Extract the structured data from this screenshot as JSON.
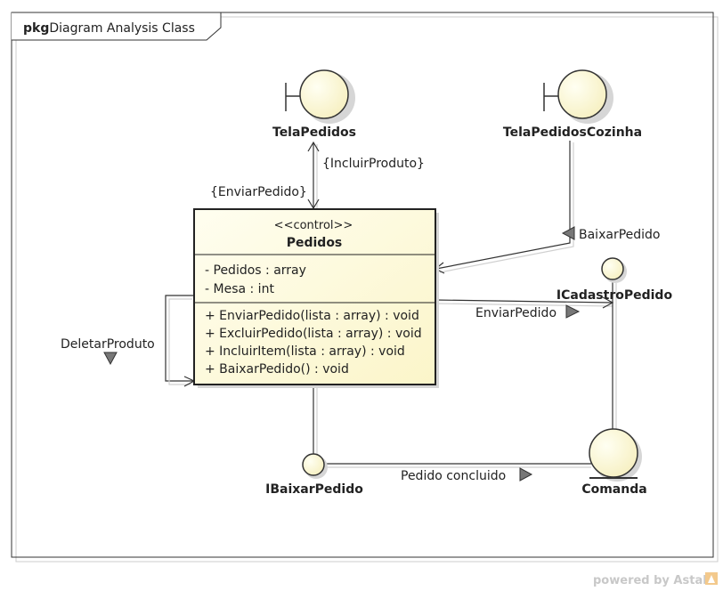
{
  "frame": {
    "keyword": "pkg",
    "title": "Diagram Analysis Class"
  },
  "boundaries": {
    "tela_pedidos": "TelaPedidos",
    "tela_pedidos_cozinha": "TelaPedidosCozinha"
  },
  "control_class": {
    "stereotype": "<<control>>",
    "name": "Pedidos",
    "attributes": [
      "- Pedidos : array",
      "- Mesa : int"
    ],
    "operations": [
      "+ EnviarPedido(lista : array) : void",
      "+ ExcluirPedido(lista : array) : void",
      "+ IncluirItem(lista : array) : void",
      "+ BaixarPedido() : void"
    ]
  },
  "interfaces": {
    "cadastro": "ICadastroPedido",
    "baixar": "IBaixarPedido"
  },
  "entity": {
    "name": "Comanda"
  },
  "messages": {
    "incluir_produto": "{IncluirProduto}",
    "enviar_pedido_tela": "{EnviarPedido}",
    "baixar_pedido": "BaixarPedido",
    "enviar_pedido": "EnviarPedido",
    "deletar_produto": "DeletarProduto",
    "pedido_concluido": "Pedido concluido"
  },
  "watermark": "powered by Astah"
}
